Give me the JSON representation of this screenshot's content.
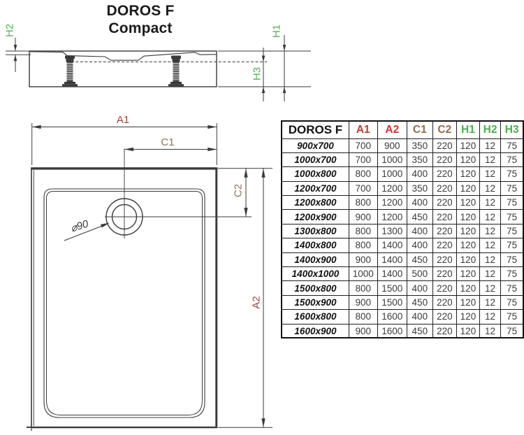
{
  "title": {
    "line1": "DOROS F",
    "line2": "Compact"
  },
  "side_view": {
    "h1": "H1",
    "h2": "H2",
    "h3": "H3"
  },
  "plan_view": {
    "a1": "A1",
    "a2": "A2",
    "c1": "C1",
    "c2": "C2",
    "drain": "⌀90"
  },
  "table": {
    "columns": [
      {
        "label": "DOROS F",
        "color": "black"
      },
      {
        "label": "A1",
        "color": "red"
      },
      {
        "label": "A2",
        "color": "red"
      },
      {
        "label": "C1",
        "color": "brown"
      },
      {
        "label": "C2",
        "color": "brown"
      },
      {
        "label": "H1",
        "color": "green"
      },
      {
        "label": "H2",
        "color": "green"
      },
      {
        "label": "H3",
        "color": "green"
      }
    ],
    "rows": [
      {
        "size": "900x700",
        "values": [
          "700",
          "900",
          "350",
          "220",
          "120",
          "12",
          "75"
        ]
      },
      {
        "size": "1000x700",
        "values": [
          "700",
          "1000",
          "350",
          "220",
          "120",
          "12",
          "75"
        ]
      },
      {
        "size": "1000x800",
        "values": [
          "800",
          "1000",
          "400",
          "220",
          "120",
          "12",
          "75"
        ]
      },
      {
        "size": "1200x700",
        "values": [
          "700",
          "1200",
          "350",
          "220",
          "120",
          "12",
          "75"
        ]
      },
      {
        "size": "1200x800",
        "values": [
          "800",
          "1200",
          "400",
          "220",
          "120",
          "12",
          "75"
        ]
      },
      {
        "size": "1200x900",
        "values": [
          "900",
          "1200",
          "450",
          "220",
          "120",
          "12",
          "75"
        ]
      },
      {
        "size": "1300x800",
        "values": [
          "800",
          "1300",
          "400",
          "220",
          "120",
          "12",
          "75"
        ]
      },
      {
        "size": "1400x800",
        "values": [
          "800",
          "1400",
          "400",
          "220",
          "120",
          "12",
          "75"
        ]
      },
      {
        "size": "1400x900",
        "values": [
          "900",
          "1400",
          "450",
          "220",
          "120",
          "12",
          "75"
        ]
      },
      {
        "size": "1400x1000",
        "values": [
          "1000",
          "1400",
          "500",
          "220",
          "120",
          "12",
          "75"
        ]
      },
      {
        "size": "1500x800",
        "values": [
          "800",
          "1500",
          "400",
          "220",
          "120",
          "12",
          "75"
        ]
      },
      {
        "size": "1500x900",
        "values": [
          "900",
          "1500",
          "450",
          "220",
          "120",
          "12",
          "75"
        ]
      },
      {
        "size": "1600x800",
        "values": [
          "800",
          "1600",
          "400",
          "220",
          "120",
          "12",
          "75"
        ]
      },
      {
        "size": "1600x900",
        "values": [
          "900",
          "1600",
          "450",
          "220",
          "120",
          "12",
          "75"
        ]
      }
    ]
  },
  "colors": {
    "red": "#c2392e",
    "brown": "#8f6e48",
    "green": "#4cae50",
    "drawing_red": "#a24040",
    "drawing_brown": "#8a7458",
    "drawing_green": "#57ad57",
    "line": "#3a3a3a",
    "text": "#1b1b1b"
  }
}
